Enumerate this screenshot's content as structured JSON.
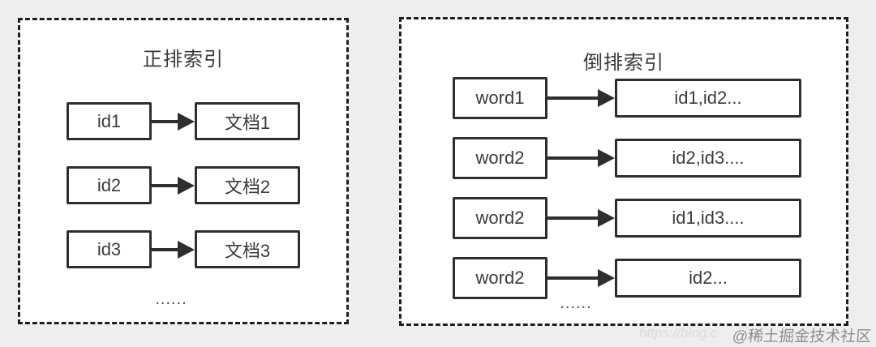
{
  "page": {
    "background_color": "#eeeeee",
    "watermark": {
      "faded_url": "https://blog.c",
      "community": "@稀土掘金技术社区"
    }
  },
  "colors": {
    "panel_background": "#ffffff",
    "dashed_border": "#1f1f1f",
    "node_border": "#2e2e2e",
    "arrow": "#2e2e2e",
    "text": "#3c3c3c",
    "watermark_url": "#dadada",
    "watermark_community": "#8f8f8f"
  },
  "icons": {
    "arrow_right": "→"
  },
  "panels": [
    {
      "title": "正排索引",
      "rows": [
        {
          "key": "id1",
          "value": "文档1"
        },
        {
          "key": "id2",
          "value": "文档2"
        },
        {
          "key": "id3",
          "value": "文档3"
        }
      ],
      "ellipsis": "......"
    },
    {
      "title": "倒排索引",
      "rows": [
        {
          "key": "word1",
          "value": "id1,id2..."
        },
        {
          "key": "word2",
          "value": "id2,id3...."
        },
        {
          "key": "word2",
          "value": "id1,id3...."
        },
        {
          "key": "word2",
          "value": "id2..."
        }
      ],
      "ellipsis": "......"
    }
  ]
}
